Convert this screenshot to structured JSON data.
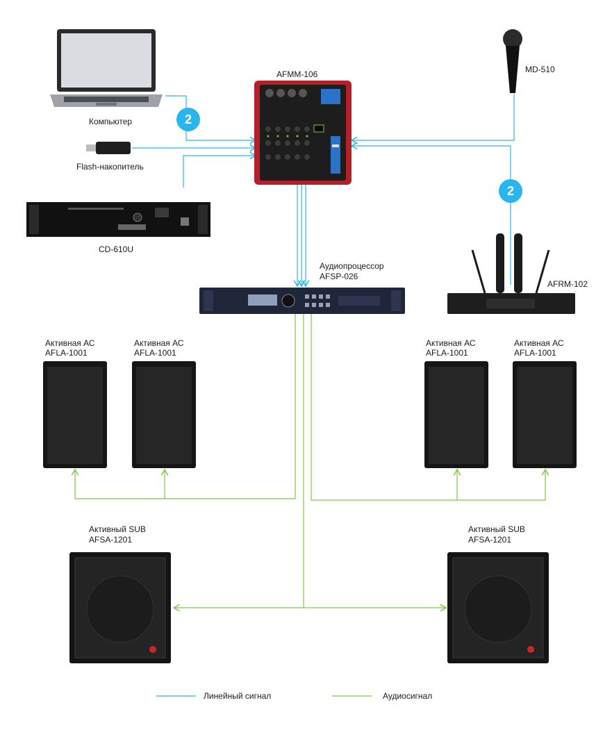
{
  "devices": {
    "laptop": {
      "label": "Компьютер"
    },
    "flash": {
      "label": "Flash-накопитель"
    },
    "cd_player": {
      "label": "CD-610U"
    },
    "mixer": {
      "label": "AFMM-106"
    },
    "mic": {
      "label": "MD-510"
    },
    "receiver": {
      "label": "AFRM-102"
    },
    "processor": {
      "label_line1": "Аудиопроцессор",
      "label_line2": "AFSP-026"
    },
    "speakers": [
      {
        "line1": "Активная АС",
        "line2": "AFLA-1001"
      },
      {
        "line1": "Активная АС",
        "line2": "AFLA-1001"
      },
      {
        "line1": "Активная АС",
        "line2": "AFLA-1001"
      },
      {
        "line1": "Активная АС",
        "line2": "AFLA-1001"
      }
    ],
    "subs": [
      {
        "line1": "Активный SUB",
        "line2": "AFSA-1201"
      },
      {
        "line1": "Активный SUB",
        "line2": "AFSA-1201"
      }
    ]
  },
  "badges": [
    "2",
    "2"
  ],
  "legend": {
    "line_signal": "Линейный сигнал",
    "audio_signal": "Аудиосигнал"
  },
  "colors": {
    "line_signal": "#29b6f0",
    "audio_signal": "#7ac943",
    "mixer_body": "#b3202a"
  }
}
